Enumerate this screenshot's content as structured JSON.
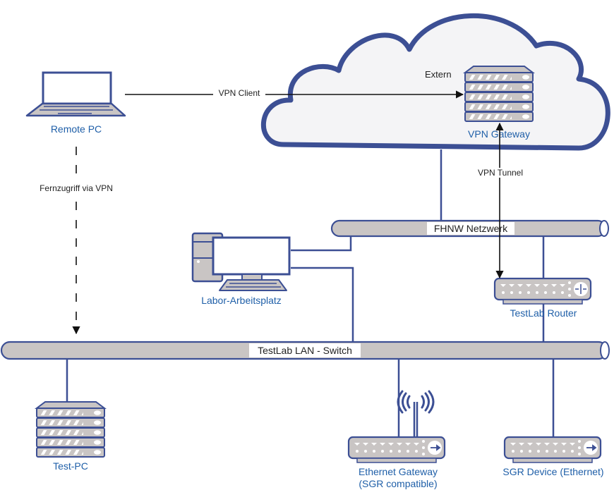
{
  "diagram": {
    "title": "TestLab network topology",
    "colors": {
      "outline": "#3c4f94",
      "device_fill": "#c9c5c4",
      "label_blue": "#1f5fa8",
      "cloud_fill": "#f4f4f6",
      "arrow": "#111111"
    },
    "cloud": {
      "label": "Extern"
    },
    "nodes": {
      "remote_pc": {
        "label": "Remote PC",
        "icon": "laptop-icon"
      },
      "vpn_gateway": {
        "label": "VPN Gateway",
        "icon": "server-icon"
      },
      "labor_arbeitsplatz": {
        "label": "Labor-Arbeitsplatz",
        "icon": "desktop-computer-icon"
      },
      "testlab_router": {
        "label": "TestLab Router",
        "icon": "router-icon"
      },
      "test_pc": {
        "label": "Test-PC",
        "icon": "server-icon"
      },
      "ethernet_gateway": {
        "label_line1": "Ethernet Gateway",
        "label_line2": "(SGR compatible)",
        "icon": "wireless-gateway-icon"
      },
      "sgr_device": {
        "label": "SGR Device (Ethernet)",
        "icon": "ethernet-device-icon"
      }
    },
    "buses": {
      "fhnw": {
        "label": "FHNW Netzwerk"
      },
      "testlab_lan": {
        "label": "TestLab LAN - Switch"
      }
    },
    "edges": {
      "vpn_client": {
        "label": "VPN Client",
        "from": "Remote PC",
        "to": "VPN Gateway",
        "style": "solid-arrow"
      },
      "vpn_tunnel": {
        "label": "VPN Tunnel",
        "from": "VPN Gateway",
        "to": "TestLab Router",
        "style": "double-arrow"
      },
      "fernzugriff": {
        "label": "Fernzugriff via VPN",
        "from": "Remote PC",
        "to": "TestLab LAN - Switch",
        "style": "dashed-arrow"
      }
    }
  }
}
